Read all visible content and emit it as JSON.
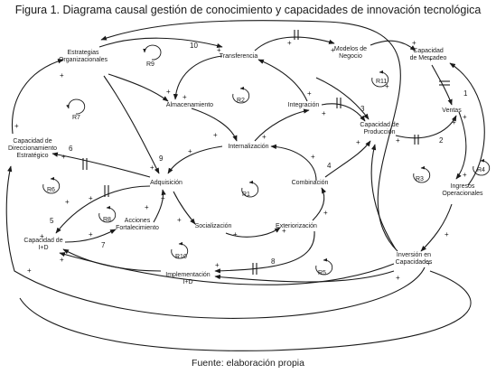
{
  "title": "Figura 1. Diagrama causal gestión de conocimiento y capacidades de innovación tecnológica",
  "source": "Fuente: elaboración propia",
  "nodes": {
    "estrategias": [
      "Estrategias",
      "Organizacionales"
    ],
    "transferencia": [
      "Transferencia"
    ],
    "modelos": [
      "Modelos de",
      "Negocio"
    ],
    "capacidad_mercadeo": [
      "Capacidad",
      "de Mercadeo"
    ],
    "almacenamiento": [
      "Almacenamiento"
    ],
    "integracion": [
      "Integración"
    ],
    "capacidad_produccion": [
      "Capacidad de",
      "Producción"
    ],
    "ventas": [
      "Ventas"
    ],
    "capacidad_direccionamiento": [
      "Capacidad de",
      "Direccionamiento",
      "Estratégico"
    ],
    "internalizacion": [
      "Internalización"
    ],
    "adquisicion": [
      "Adquisición"
    ],
    "combinacion": [
      "Combinación"
    ],
    "ingresos": [
      "Ingresos",
      "Operacionales"
    ],
    "acciones": [
      "Acciones",
      "Fortalecimiento"
    ],
    "socializacion": [
      "Socialización"
    ],
    "exteriorizacion": [
      "Exteriorización"
    ],
    "capacidad_id": [
      "Capacidad de",
      "I+D"
    ],
    "inversion": [
      "Inversión en",
      "Capacidades"
    ],
    "implementacion": [
      "Implementación",
      "I+D"
    ]
  },
  "loops": [
    "R9",
    "R2",
    "R11",
    "R7",
    "R6",
    "R1",
    "R3",
    "R4",
    "R8",
    "R10",
    "R5"
  ],
  "delay_numbers": [
    "10",
    "3",
    "1",
    "2",
    "6",
    "9",
    "4",
    "5",
    "7",
    "8"
  ],
  "sign": "+"
}
